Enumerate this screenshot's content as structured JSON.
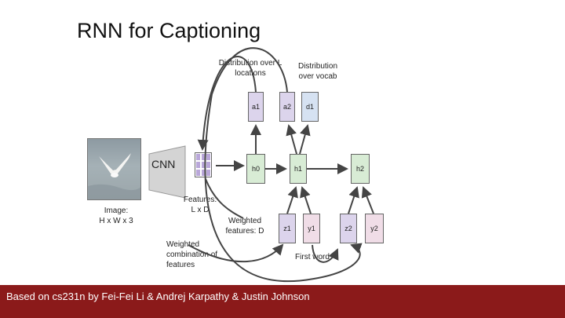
{
  "slide": {
    "title": "RNN for Captioning",
    "footer": "Based on cs231n by Fei-Fei Li & Andrej Karpathy & Justin Johnson"
  },
  "labels": {
    "dist_locations": "Distribution over L locations",
    "dist_vocab": "Distribution over vocab",
    "cnn": "CNN",
    "image": "Image:",
    "image_dims": "H x W x 3",
    "features": "Features:",
    "features_dims": "L x D",
    "weighted_features": "Weighted features: D",
    "weighted_combination": "Weighted combination of features",
    "first_word": "First word"
  },
  "nodes": {
    "a1": "a1",
    "a2": "a2",
    "d1": "d1",
    "h0": "h0",
    "h1": "h1",
    "h2": "h2",
    "z1": "z1",
    "y1": "y1",
    "z2": "z2",
    "y2": "y2"
  },
  "colors": {
    "hidden": "#d8ecd5",
    "attention": "#dcd4ec",
    "vocab": "#d6e2f2",
    "word": "#f0dde7",
    "footer": "#8b1a1a"
  }
}
